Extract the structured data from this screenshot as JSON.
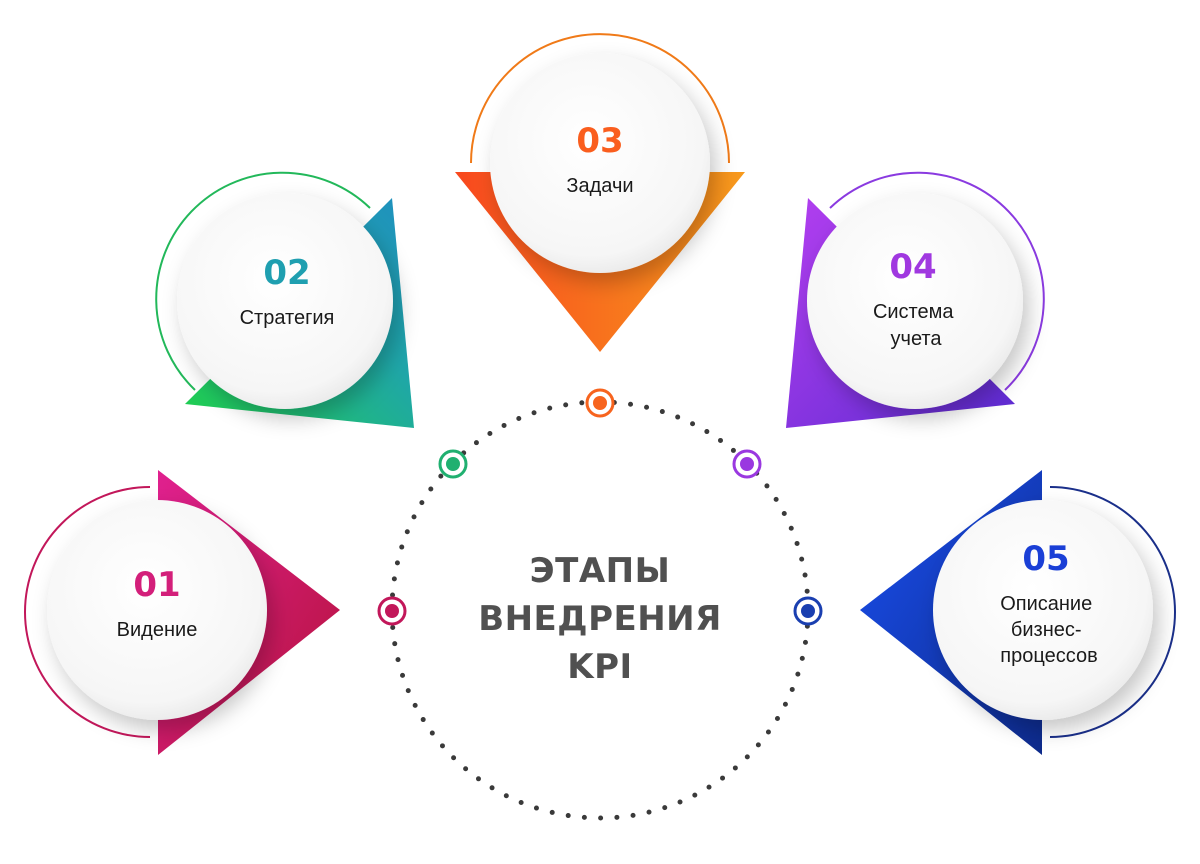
{
  "title": {
    "line1": "ЭТАПЫ",
    "line2": "ВНЕДРЕНИЯ",
    "line3": "KPI"
  },
  "steps": [
    {
      "number": "01",
      "label_lines": [
        "Видение"
      ],
      "color": "#d31f7a",
      "color_dark": "#b5133b"
    },
    {
      "number": "02",
      "label_lines": [
        "Стратегия"
      ],
      "color": "#1f9fb0",
      "color_dark": "#22c24a"
    },
    {
      "number": "03",
      "label_lines": [
        "Задачи"
      ],
      "color": "#fa5e1e",
      "color_dark": "#f79a1c"
    },
    {
      "number": "04",
      "label_lines": [
        "Система",
        "учета"
      ],
      "color": "#a038e0",
      "color_dark": "#6b2fd0"
    },
    {
      "number": "05",
      "label_lines": [
        "Описание",
        "бизнес-",
        "процессов"
      ],
      "color": "#1a3fd6",
      "color_dark": "#0d2a8a"
    }
  ]
}
